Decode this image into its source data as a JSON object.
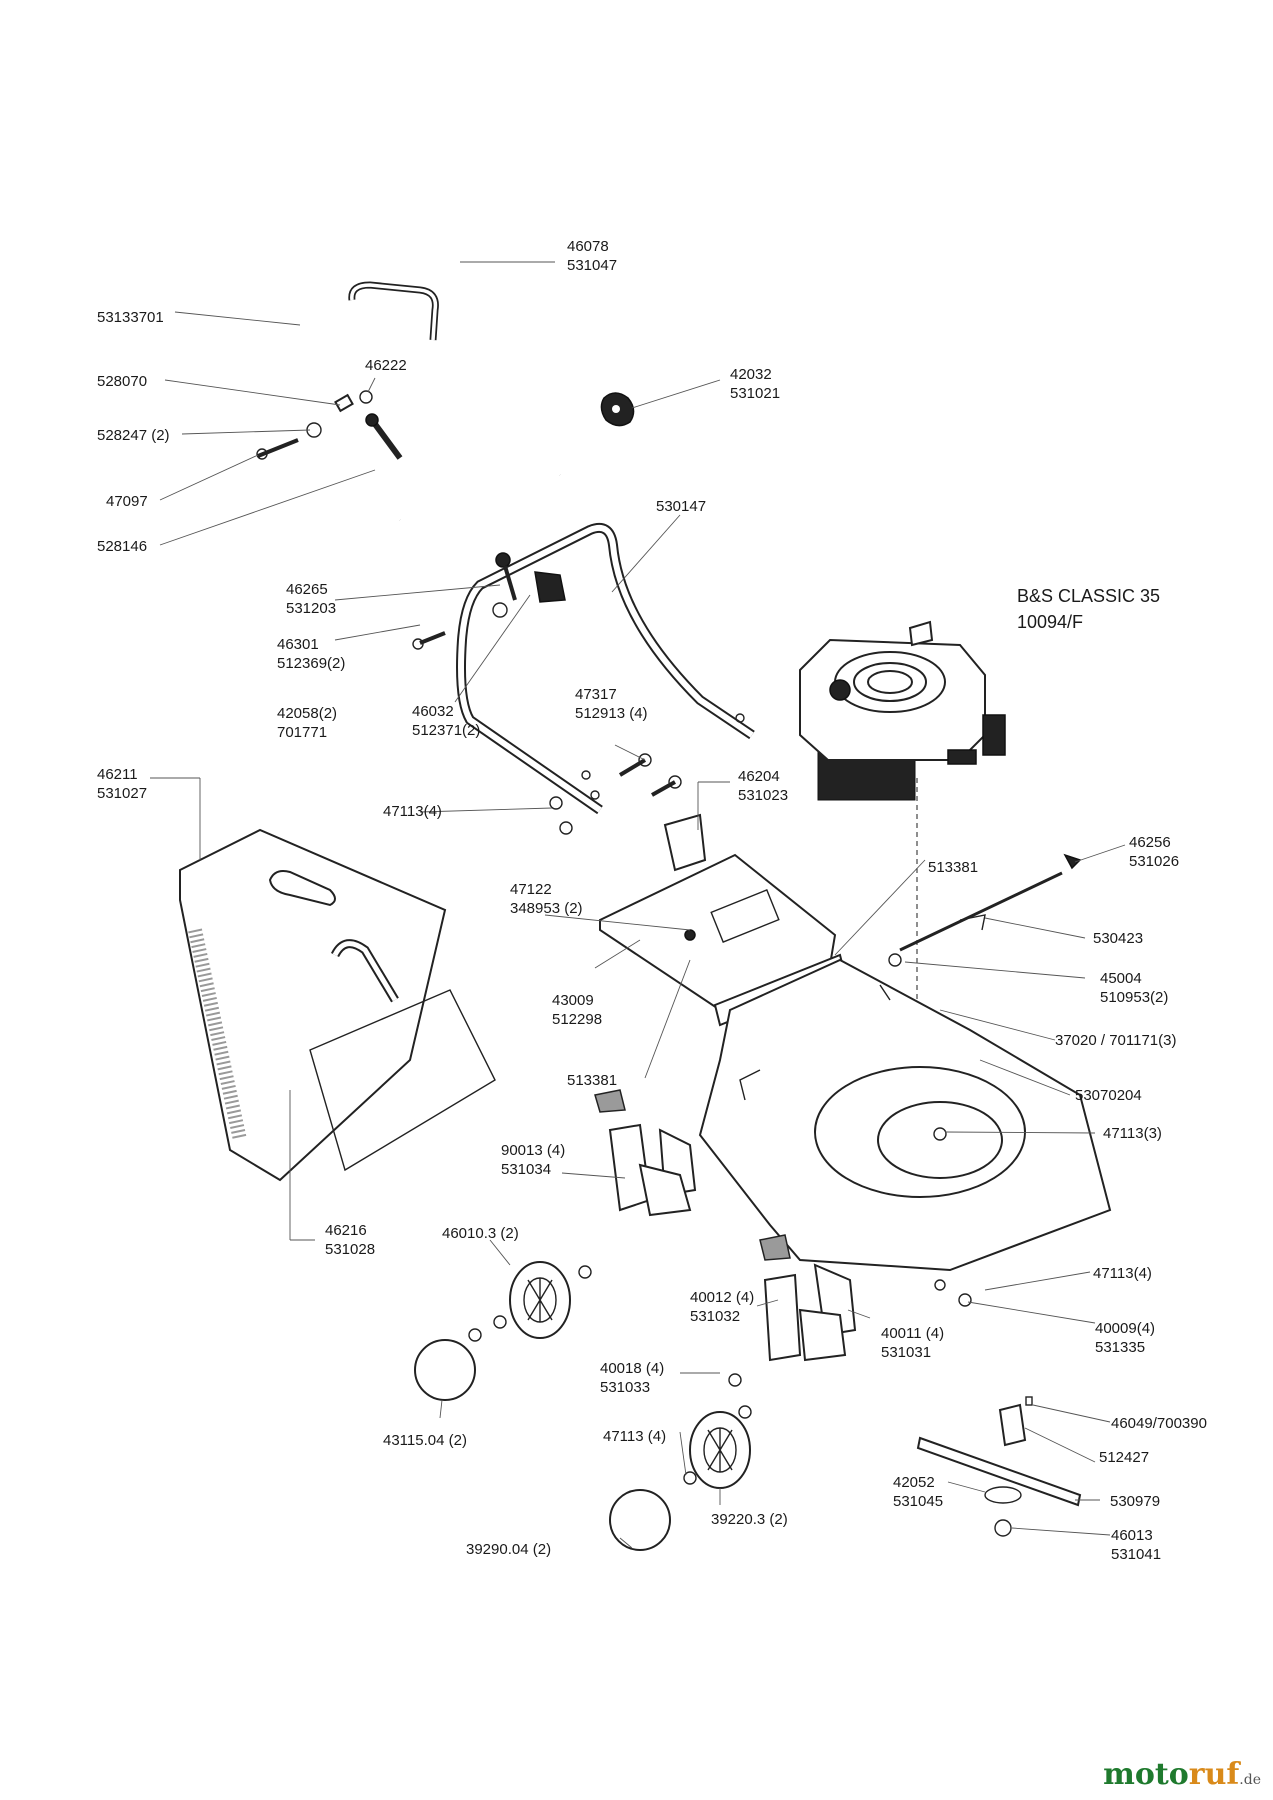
{
  "engine_label": {
    "line1": "B&S CLASSIC 35",
    "line2": "10094/F"
  },
  "labels": {
    "l_46078": [
      "46078",
      "531047"
    ],
    "l_53133701": [
      "53133701"
    ],
    "l_528070": [
      "528070"
    ],
    "l_46222": [
      "46222"
    ],
    "l_528247": [
      "528247 (2)"
    ],
    "l_47097": [
      "47097"
    ],
    "l_528146": [
      "528146"
    ],
    "l_42032": [
      "42032",
      "531021"
    ],
    "l_530147": [
      "530147"
    ],
    "l_46265": [
      "46265",
      "531203"
    ],
    "l_46301": [
      "46301",
      "512369(2)"
    ],
    "l_42058": [
      "42058(2)",
      "701771"
    ],
    "l_46032": [
      "46032",
      "512371(2)"
    ],
    "l_47317": [
      "47317",
      "512913 (4)"
    ],
    "l_46211": [
      "46211",
      "531027"
    ],
    "l_47113a": [
      "47113(4)"
    ],
    "l_46204": [
      "46204",
      "531023"
    ],
    "l_46256": [
      "46256",
      "531026"
    ],
    "l_513381a": [
      "513381"
    ],
    "l_47122": [
      "47122",
      "348953 (2)"
    ],
    "l_530423": [
      "530423"
    ],
    "l_45004": [
      "45004",
      "510953(2)"
    ],
    "l_43009": [
      "43009",
      "512298"
    ],
    "l_37020": [
      "37020 / 701171(3)"
    ],
    "l_513381b": [
      "513381"
    ],
    "l_53070204": [
      "53070204"
    ],
    "l_90013": [
      "90013 (4)",
      "531034"
    ],
    "l_47113b": [
      "47113(3)"
    ],
    "l_46216": [
      "46216",
      "531028"
    ],
    "l_46010": [
      "46010.3 (2)"
    ],
    "l_47113c": [
      "47113(4)"
    ],
    "l_40012": [
      "40012 (4)",
      "531032"
    ],
    "l_40011": [
      "40011 (4)",
      "531031"
    ],
    "l_40009": [
      "40009(4)",
      "531335"
    ],
    "l_40018": [
      "40018 (4)",
      "531033"
    ],
    "l_43115": [
      "43115.04 (2)"
    ],
    "l_46049": [
      "46049/700390"
    ],
    "l_47113d": [
      "47113 (4)"
    ],
    "l_512427": [
      "512427"
    ],
    "l_42052": [
      "42052",
      "531045"
    ],
    "l_530979": [
      "530979"
    ],
    "l_39220": [
      "39220.3 (2)"
    ],
    "l_46013": [
      "46013",
      "531041"
    ],
    "l_39290": [
      "39290.04 (2)"
    ]
  },
  "watermark": {
    "part1": "moto",
    "part2": "ruf",
    "tld": ".de"
  }
}
